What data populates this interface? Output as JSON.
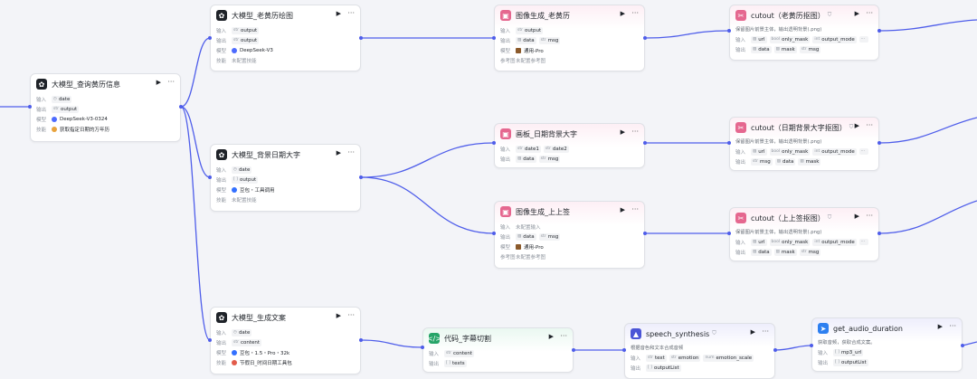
{
  "labels": {
    "input": "输入",
    "output": "输出",
    "model": "模型",
    "skill": "技能",
    "ref": "参考图"
  },
  "icons": {
    "llm": "openai-logo-icon",
    "image": "image-gen-icon",
    "code": "code-icon",
    "speech": "speech-icon",
    "audio": "audio-icon",
    "run": "play-icon",
    "more": "more-icon"
  },
  "colors": {
    "edge": "#4e5dea",
    "accent_pink": "#e5678f",
    "accent_green": "#26a468"
  },
  "nodes": {
    "query": {
      "title": "大模型_查询黄历信息",
      "input": [
        "date"
      ],
      "output": [
        "output"
      ],
      "model": "DeepSeek-V3-0324",
      "skill": "获取指定日期的万年历"
    },
    "almanac_draw": {
      "title": "大模型_老黄历绘图",
      "input": [
        "output"
      ],
      "output": [
        "output"
      ],
      "model": "DeepSeek-V3",
      "skill": "未配置技能"
    },
    "date_big": {
      "title": "大模型_背景日期大字",
      "input": [
        "date"
      ],
      "output": [
        "output"
      ],
      "model": "豆包・工具调用",
      "skill": "未配置技能"
    },
    "copywrite": {
      "title": "大模型_生成文案",
      "input": [
        "date"
      ],
      "output": [
        "content"
      ],
      "model": "豆包・1.5・Pro・32k",
      "skill": "节假日_时间日期工具包"
    },
    "img_almanac": {
      "title": "图像生成_老黄历",
      "input": [
        "output"
      ],
      "output": [
        "data",
        "msg"
      ],
      "model": "通用-Pro",
      "ref": "未配置参考图"
    },
    "canvas_date": {
      "title": "画板_日期背景大字",
      "input": [
        "date1",
        "date2"
      ],
      "output": [
        "data",
        "msg"
      ]
    },
    "img_sign": {
      "title": "图像生成_上上签",
      "input_text": "未配置输入",
      "output": [
        "data",
        "msg"
      ],
      "model": "通用-Pro",
      "ref": "未配置参考图"
    },
    "cut1": {
      "title": "cutout（老黄历抠图）",
      "desc": "保留图片前景主体，输出透明背景(.png)",
      "input": [
        "url",
        "only_mask",
        "output_mode"
      ],
      "output": [
        "data",
        "mask",
        "msg"
      ]
    },
    "cut2": {
      "title": "cutout（日期背景大字抠图）",
      "desc": "保留图片前景主体，输出透明背景(.png)",
      "input": [
        "url",
        "only_mask",
        "output_mode"
      ],
      "output": [
        "msg",
        "data",
        "mask"
      ]
    },
    "cut3": {
      "title": "cutout（上上签抠图）",
      "desc": "保留图片前景主体，输出透明背景(.png)",
      "input": [
        "url",
        "only_mask",
        "output_mode"
      ],
      "output": [
        "data",
        "mask",
        "msg"
      ]
    },
    "code_split": {
      "title": "代码_字幕切割",
      "input": [
        "content"
      ],
      "output": [
        "texts"
      ]
    },
    "speech": {
      "title": "speech_synthesis",
      "desc": "根据音色和文本合成音频",
      "input": [
        "text",
        "emotion",
        "emotion_scale"
      ],
      "output": [
        "outputList"
      ]
    },
    "audio": {
      "title": "get_audio_duration",
      "desc": "获取音频，获取合成文案。",
      "input": [
        "mp3_url"
      ],
      "output": [
        "outputList"
      ]
    }
  }
}
